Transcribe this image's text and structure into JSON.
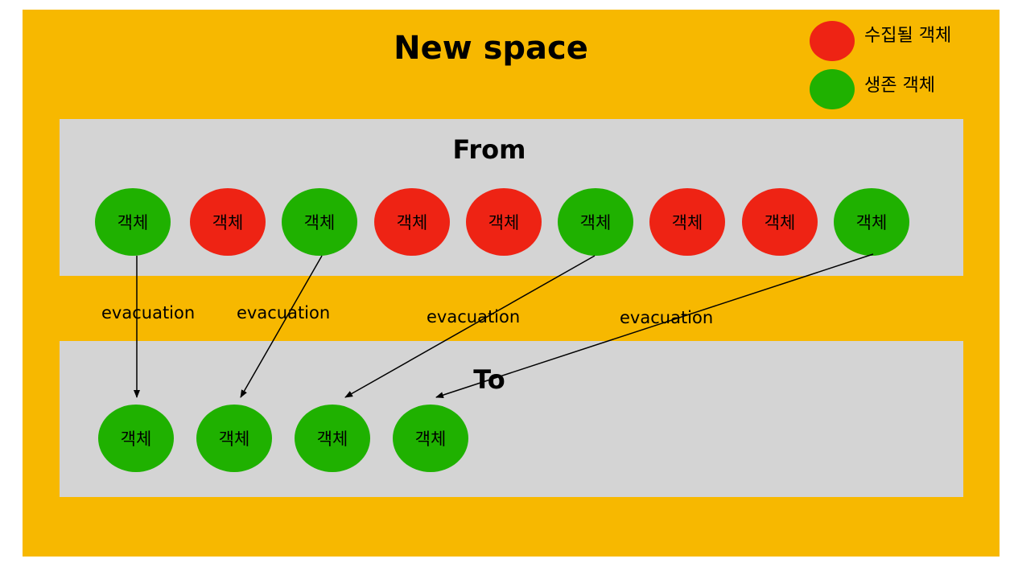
{
  "title": "New space",
  "legend": {
    "collected": {
      "label": "수집될 객체",
      "color": "#ee2314"
    },
    "alive": {
      "label": "생존 객체",
      "color": "#1fb100"
    }
  },
  "from": {
    "label": "From",
    "objects": [
      {
        "label": "객체",
        "state": "alive"
      },
      {
        "label": "객체",
        "state": "collected"
      },
      {
        "label": "객체",
        "state": "alive"
      },
      {
        "label": "객체",
        "state": "collected"
      },
      {
        "label": "객체",
        "state": "collected"
      },
      {
        "label": "객체",
        "state": "alive"
      },
      {
        "label": "객체",
        "state": "collected"
      },
      {
        "label": "객체",
        "state": "collected"
      },
      {
        "label": "객체",
        "state": "alive"
      }
    ]
  },
  "to": {
    "label": "To",
    "objects": [
      {
        "label": "객체",
        "state": "alive"
      },
      {
        "label": "객체",
        "state": "alive"
      },
      {
        "label": "객체",
        "state": "alive"
      },
      {
        "label": "객체",
        "state": "alive"
      }
    ]
  },
  "evacuations": [
    {
      "from": 0,
      "to": 0,
      "label": "evacuation"
    },
    {
      "from": 2,
      "to": 1,
      "label": "evacuation"
    },
    {
      "from": 5,
      "to": 2,
      "label": "evacuation"
    },
    {
      "from": 8,
      "to": 3,
      "label": "evacuation"
    }
  ]
}
